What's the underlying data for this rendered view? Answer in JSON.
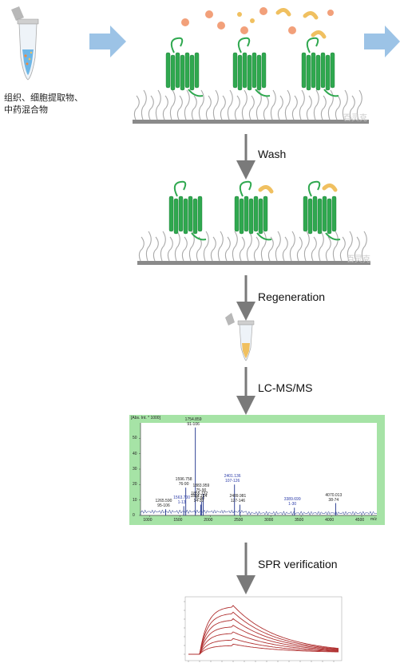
{
  "sample_label_line1": "组织、细胞提取物、",
  "sample_label_line2": "中药混合物",
  "brand_watermark": "百灵克",
  "steps": {
    "wash": "Wash",
    "regeneration": "Regeneration",
    "lcms": "LC-MS/MS",
    "spr": "SPR verification"
  },
  "ms_spectrum": {
    "y_title": "[Abs. Int. * 1000]",
    "x_unit": "m/z",
    "y_ticks": [
      "50",
      "40",
      "30",
      "20",
      "10",
      "0"
    ],
    "x_ticks": [
      "1000",
      "1500",
      "2000",
      "2500",
      "3000",
      "3500",
      "4000",
      "4500"
    ],
    "x_range": [
      850,
      4750
    ],
    "y_range": [
      0,
      60
    ],
    "peaks": [
      {
        "mz": 1265.59,
        "intensity": 4,
        "label": "1265.590\n95-106",
        "color": "black"
      },
      {
        "mz": 1563.7,
        "intensity": 6,
        "label": "1563.700\n1-13",
        "color": "blue"
      },
      {
        "mz": 1596.758,
        "intensity": 18,
        "label": "1596.758\n76-90",
        "color": "black"
      },
      {
        "mz": 1754.859,
        "intensity": 57,
        "label": "1754.859\n91-106",
        "color": "black"
      },
      {
        "mz": 1844.784,
        "intensity": 7,
        "label": "1844.784\n14-30",
        "color": "black"
      },
      {
        "mz": 1883.959,
        "intensity": 14,
        "label": "1883.959\n75-90",
        "color": "black"
      },
      {
        "mz": 1855.732,
        "intensity": 9,
        "label": "1855.732\n76-90",
        "color": "black"
      },
      {
        "mz": 2401.136,
        "intensity": 20,
        "label": "2401.136\n107-126",
        "color": "blue"
      },
      {
        "mz": 2489.981,
        "intensity": 7,
        "label": "2489.981\n127-146",
        "color": "black"
      },
      {
        "mz": 3389.699,
        "intensity": 5,
        "label": "3389.699\n1-30",
        "color": "blue"
      },
      {
        "mz": 4070.013,
        "intensity": 8,
        "label": "4070.013\n38-74",
        "color": "black"
      }
    ]
  },
  "spr_plot": {
    "curves": [
      1.0,
      0.86,
      0.72,
      0.58,
      0.44,
      0.3,
      0.18
    ]
  },
  "colors": {
    "protein": "#2fa84f",
    "arrow_blue": "#9cc3e6",
    "arrow_gray": "#7a7a7a",
    "ligand_orange": "#f2a07a",
    "ligand_yellow": "#f0c060",
    "ms_frame": "#a6e3a6",
    "spr_curve": "#b03030"
  }
}
